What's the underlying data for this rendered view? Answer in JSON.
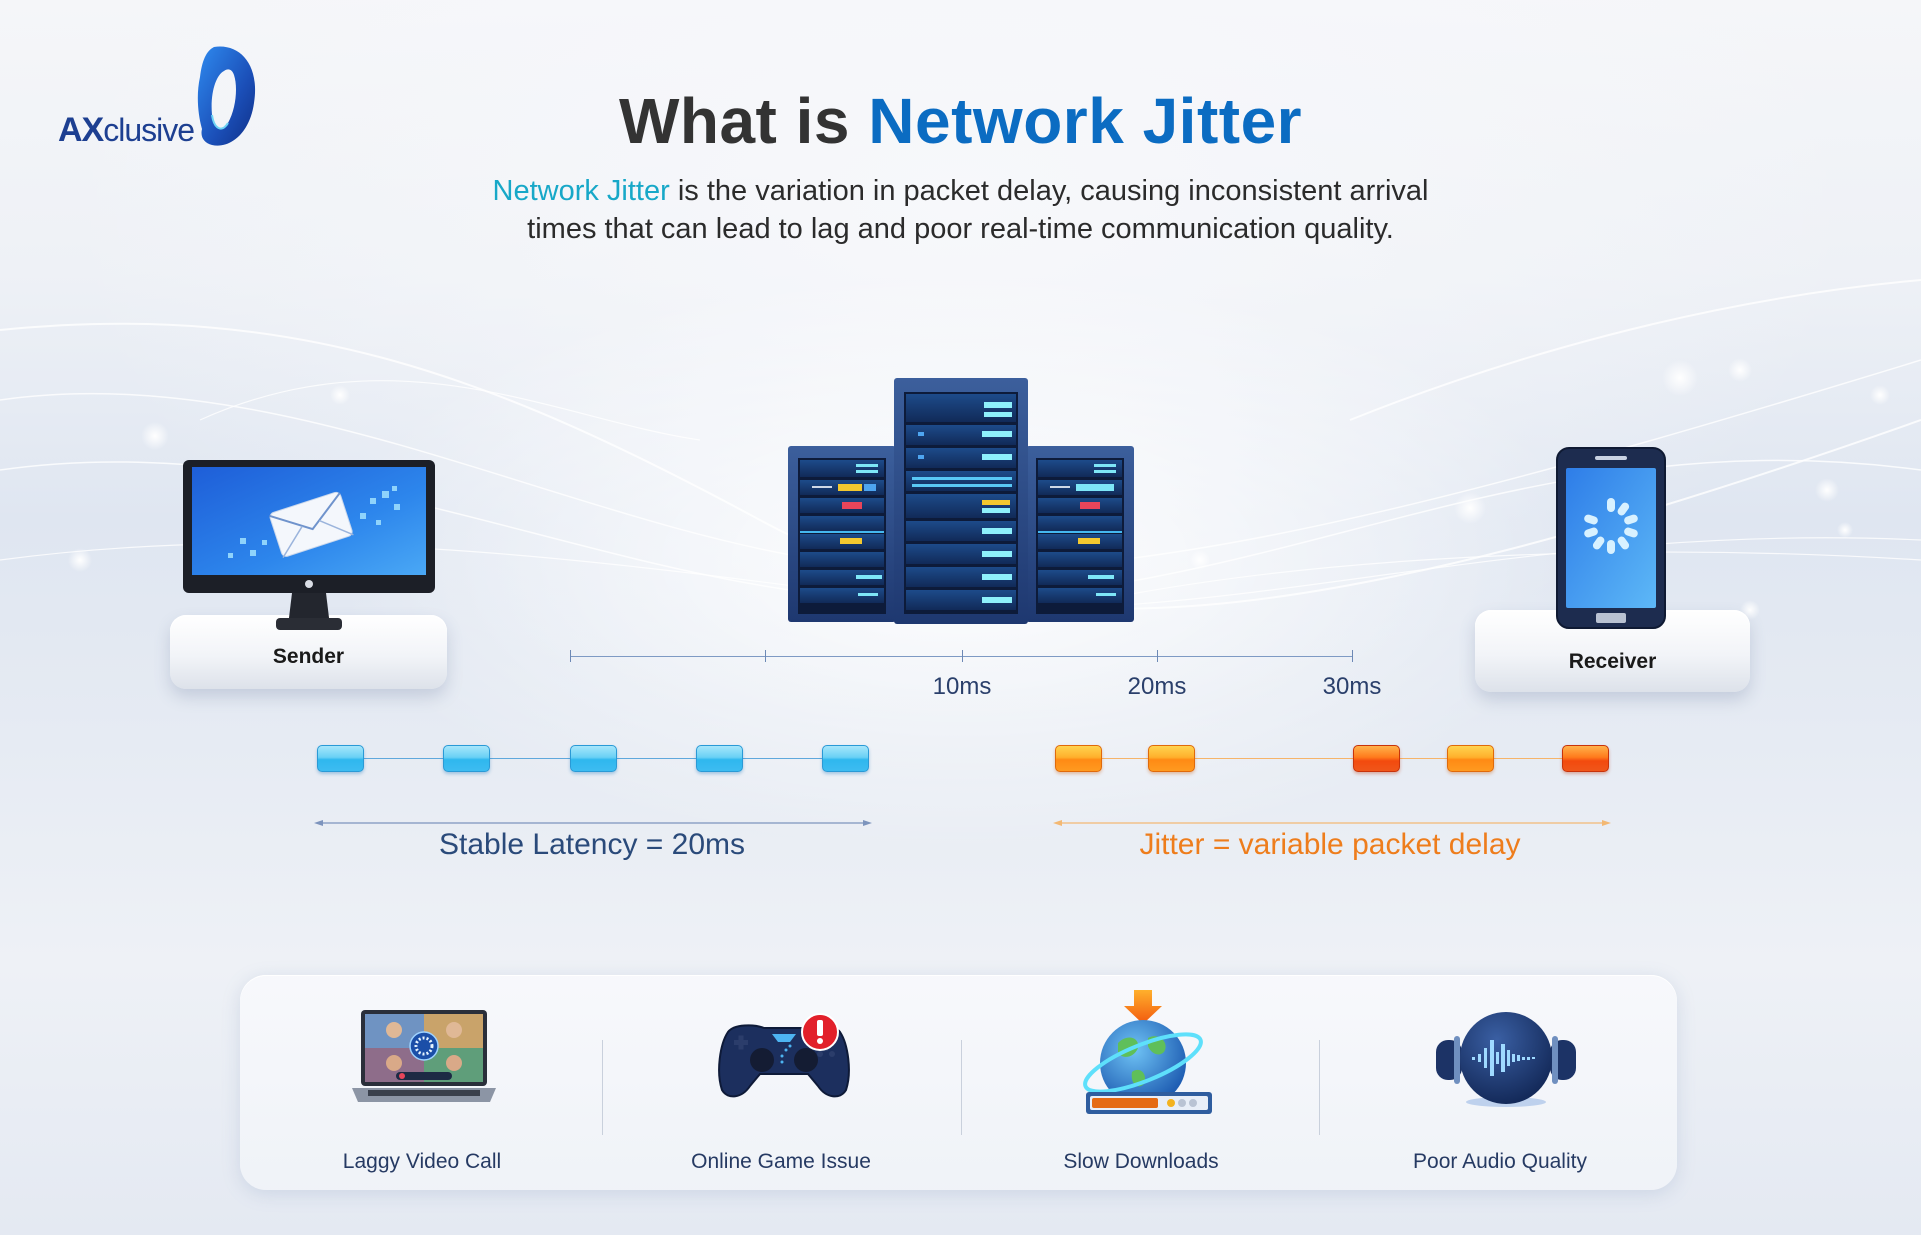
{
  "brand": {
    "logo_bold": "AX",
    "logo_rest": "clusive",
    "colors": {
      "primary": "#1d3f91",
      "mark": "#1f5fd0"
    }
  },
  "header": {
    "title_prefix": "What is ",
    "title_accent": "Network Jitter",
    "subtitle_accent": "Network Jitter",
    "subtitle_line1_rest": " is the variation in packet delay, causing inconsistent arrival",
    "subtitle_line2": "times that can lead to lag and poor real-time communication quality.",
    "colors": {
      "title": "#333333",
      "accent": "#0b6cc2",
      "subtitle_accent": "#17a8c8"
    }
  },
  "diagram": {
    "sender": {
      "label": "Sender",
      "icon": "monitor-with-envelope-icon"
    },
    "network": {
      "icon": "server-racks-icon"
    },
    "receiver": {
      "label": "Receiver",
      "icon": "smartphone-loading-icon"
    },
    "timeline": {
      "ticks": [
        "",
        "",
        "10ms",
        "20ms",
        "30ms"
      ]
    },
    "stable": {
      "packets": 5,
      "color": "#3dbcf1",
      "caption": "Stable Latency = 20ms",
      "caption_color": "#2a4a7a"
    },
    "jitter": {
      "packets": [
        "orange",
        "orange",
        "red",
        "orange",
        "red"
      ],
      "color": "#ff8a14",
      "caption": "Jitter = variable packet delay",
      "caption_color": "#ee7d1c"
    }
  },
  "issues": [
    {
      "label": "Laggy Video Call",
      "icon": "laptop-video-call-icon"
    },
    {
      "label": "Online Game Issue",
      "icon": "gamepad-warning-icon"
    },
    {
      "label": "Slow Downloads",
      "icon": "globe-download-icon"
    },
    {
      "label": "Poor Audio Quality",
      "icon": "headphones-audio-wave-icon"
    }
  ]
}
